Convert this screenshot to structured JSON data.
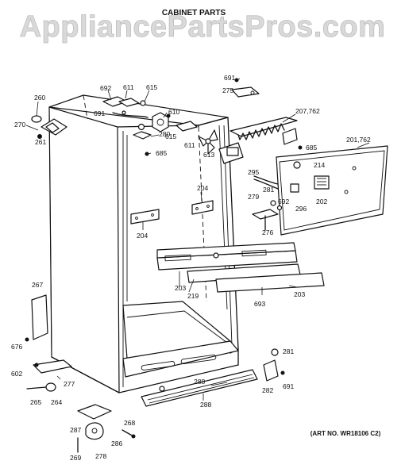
{
  "watermark": "AppliancePartsPros.com",
  "title": "CABINET PARTS",
  "art_number": "(ART NO. WR18106 C2)",
  "part_labels": [
    {
      "id": "l691a",
      "text": "691"
    },
    {
      "id": "l275",
      "text": "275"
    },
    {
      "id": "l260",
      "text": "260"
    },
    {
      "id": "l270",
      "text": "270"
    },
    {
      "id": "l261",
      "text": "261"
    },
    {
      "id": "l692",
      "text": "692"
    },
    {
      "id": "l611a",
      "text": "611"
    },
    {
      "id": "l615a",
      "text": "615"
    },
    {
      "id": "l691b",
      "text": "691"
    },
    {
      "id": "l610",
      "text": "610"
    },
    {
      "id": "l280",
      "text": "280"
    },
    {
      "id": "l615b",
      "text": "615"
    },
    {
      "id": "l611b",
      "text": "611"
    },
    {
      "id": "l613",
      "text": "613"
    },
    {
      "id": "l685a",
      "text": "685"
    },
    {
      "id": "l207",
      "text": "207,762"
    },
    {
      "id": "l685b",
      "text": "685"
    },
    {
      "id": "l201",
      "text": "201,762"
    },
    {
      "id": "l214",
      "text": "214"
    },
    {
      "id": "l295",
      "text": "295"
    },
    {
      "id": "l204a",
      "text": "204"
    },
    {
      "id": "l281a",
      "text": "281"
    },
    {
      "id": "l279",
      "text": "279"
    },
    {
      "id": "l692b",
      "text": "692"
    },
    {
      "id": "l296",
      "text": "296"
    },
    {
      "id": "l202",
      "text": "202"
    },
    {
      "id": "l204b",
      "text": "204"
    },
    {
      "id": "l276",
      "text": "276"
    },
    {
      "id": "l203a",
      "text": "203"
    },
    {
      "id": "l219",
      "text": "219"
    },
    {
      "id": "l693",
      "text": "693"
    },
    {
      "id": "l203b",
      "text": "203"
    },
    {
      "id": "l267",
      "text": "267"
    },
    {
      "id": "l676",
      "text": "676"
    },
    {
      "id": "l602",
      "text": "602"
    },
    {
      "id": "l281b",
      "text": "281"
    },
    {
      "id": "l288a",
      "text": "288"
    },
    {
      "id": "l282",
      "text": "282"
    },
    {
      "id": "l691c",
      "text": "691"
    },
    {
      "id": "l277",
      "text": "277"
    },
    {
      "id": "l265",
      "text": "265"
    },
    {
      "id": "l264",
      "text": "264"
    },
    {
      "id": "l288b",
      "text": "288"
    },
    {
      "id": "l268",
      "text": "268"
    },
    {
      "id": "l287",
      "text": "287"
    },
    {
      "id": "l286",
      "text": "286"
    },
    {
      "id": "l278",
      "text": "278"
    },
    {
      "id": "l269",
      "text": "269"
    }
  ]
}
